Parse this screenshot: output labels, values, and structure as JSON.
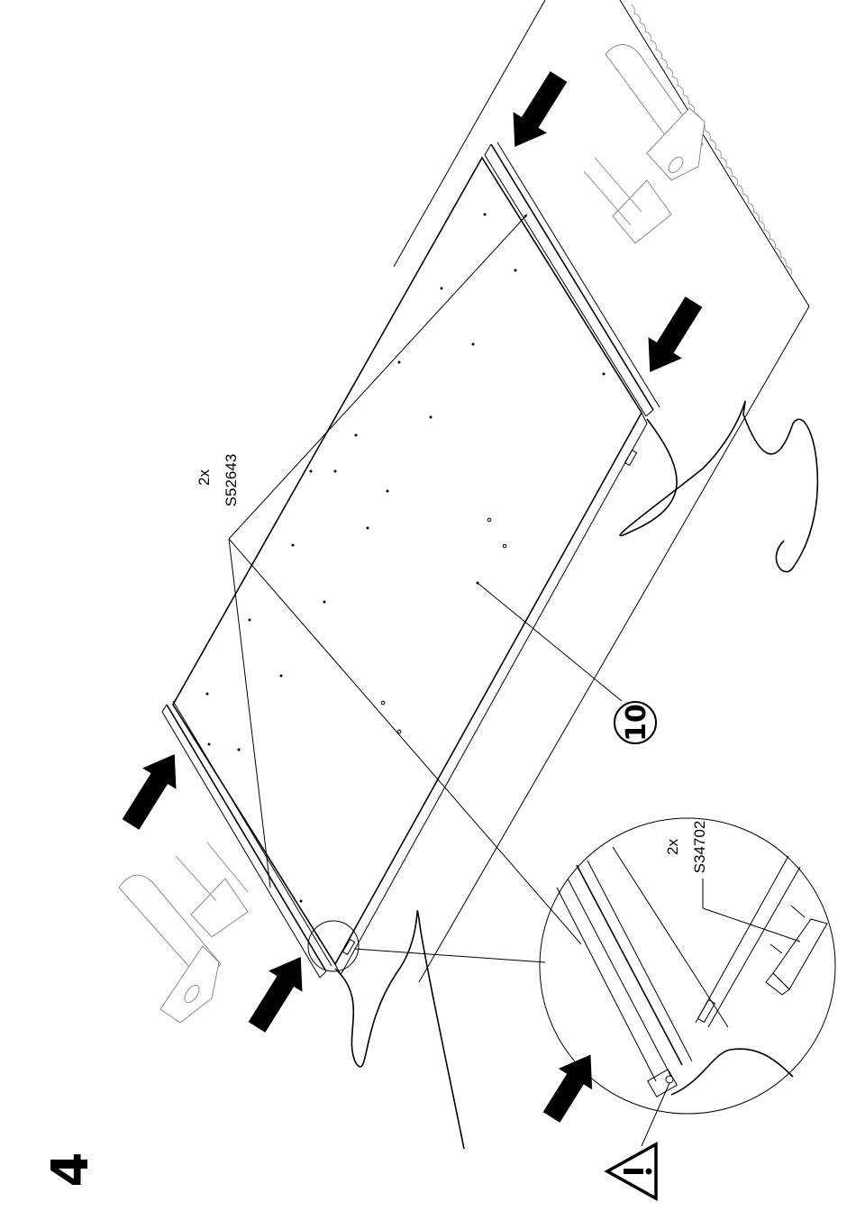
{
  "step": {
    "number": "4"
  },
  "parts": {
    "upper": {
      "qty": "2x",
      "code": "S52643"
    },
    "detail": {
      "qty": "2x",
      "code": "S34702"
    },
    "panel_callout": "10"
  },
  "icons": {
    "warning": "warning-triangle-icon",
    "push_arrows": "push-arrow-icon"
  }
}
